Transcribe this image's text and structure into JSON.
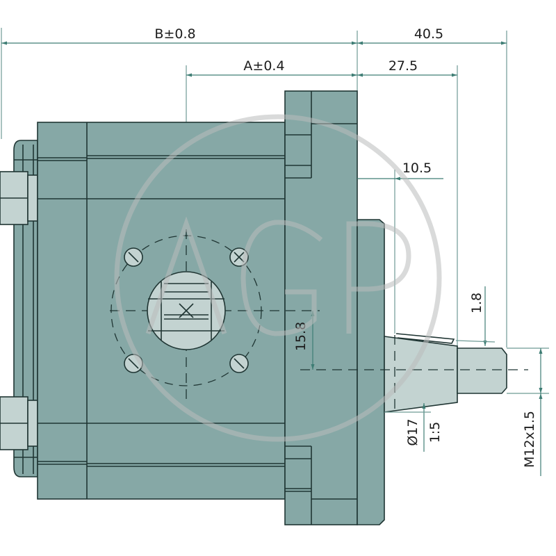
{
  "drawing": {
    "title": "Gear pump dimensional drawing (side view)",
    "watermark": "AGP",
    "colors": {
      "body_fill": "#86a8a6",
      "light_fill": "#c3d3d1",
      "outline": "#1f3533",
      "dimension_line": "#3e7d74",
      "watermark": "#b9bcbc"
    },
    "dimensions": {
      "overall_length": "B±0.8",
      "flange_to_port": "A±0.4",
      "shaft_total": "40.5",
      "shaft_to_thread": "27.5",
      "pilot_offset": "10.5",
      "taper_key": "1.8",
      "port_offset": "15.8",
      "taper_diameter": "Ø17",
      "taper_ratio": "1:5",
      "thread": "M12x1.5"
    }
  }
}
